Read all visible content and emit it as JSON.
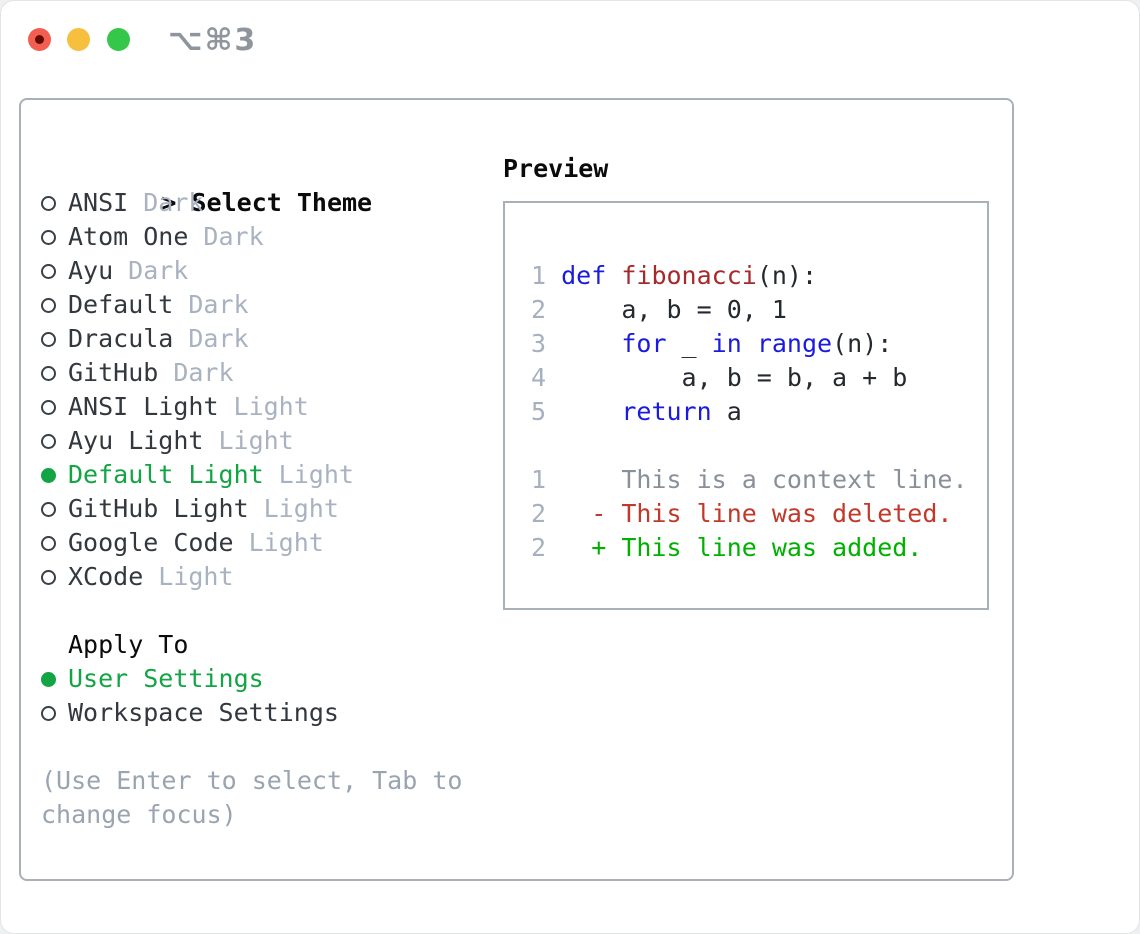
{
  "window": {
    "title_shortcut": "⌥⌘3"
  },
  "titlebar": {
    "buttons": [
      "close",
      "minimize",
      "zoom"
    ]
  },
  "theme_picker": {
    "prompt": ">",
    "title": "Select Theme",
    "items": [
      {
        "name": "ANSI",
        "variant": "Dark",
        "selected": false
      },
      {
        "name": "Atom One",
        "variant": "Dark",
        "selected": false
      },
      {
        "name": "Ayu",
        "variant": "Dark",
        "selected": false
      },
      {
        "name": "Default",
        "variant": "Dark",
        "selected": false
      },
      {
        "name": "Dracula",
        "variant": "Dark",
        "selected": false
      },
      {
        "name": "GitHub",
        "variant": "Dark",
        "selected": false
      },
      {
        "name": "ANSI Light",
        "variant": "Light",
        "selected": false
      },
      {
        "name": "Ayu Light",
        "variant": "Light",
        "selected": false
      },
      {
        "name": "Default Light",
        "variant": "Light",
        "selected": true
      },
      {
        "name": "GitHub Light",
        "variant": "Light",
        "selected": false
      },
      {
        "name": "Google Code",
        "variant": "Light",
        "selected": false
      },
      {
        "name": "XCode",
        "variant": "Light",
        "selected": false
      }
    ]
  },
  "apply_to": {
    "title": "Apply To",
    "options": [
      {
        "label": "User Settings",
        "selected": true
      },
      {
        "label": "Workspace Settings",
        "selected": false
      }
    ]
  },
  "hint": {
    "line1": "(Use Enter to select, Tab to",
    "line2": "change focus)"
  },
  "preview": {
    "title": "Preview",
    "lines": [
      {
        "n": "1",
        "seg": [
          {
            "t": "def",
            "s": "kw"
          },
          {
            "t": " ",
            "s": "tx"
          },
          {
            "t": "fibonacci",
            "s": "fn"
          },
          {
            "t": "(n):",
            "s": "tx"
          }
        ]
      },
      {
        "n": "2",
        "seg": [
          {
            "t": "    a, b = 0, 1",
            "s": "tx"
          }
        ]
      },
      {
        "n": "3",
        "seg": [
          {
            "t": "    ",
            "s": "tx"
          },
          {
            "t": "for",
            "s": "kw"
          },
          {
            "t": " _ ",
            "s": "tx"
          },
          {
            "t": "in",
            "s": "kw"
          },
          {
            "t": " ",
            "s": "tx"
          },
          {
            "t": "range",
            "s": "kw"
          },
          {
            "t": "(n):",
            "s": "tx"
          }
        ]
      },
      {
        "n": "4",
        "seg": [
          {
            "t": "        a, b = b, a + b",
            "s": "tx"
          }
        ]
      },
      {
        "n": "5",
        "seg": [
          {
            "t": "    ",
            "s": "tx"
          },
          {
            "t": "return",
            "s": "kw"
          },
          {
            "t": " a",
            "s": "tx"
          }
        ]
      },
      {
        "n": "",
        "seg": []
      },
      {
        "n": "1",
        "seg": [
          {
            "t": "    This is a context line.",
            "s": "ctx"
          }
        ]
      },
      {
        "n": "2",
        "seg": [
          {
            "t": "  - This line was deleted.",
            "s": "del"
          }
        ]
      },
      {
        "n": "2",
        "seg": [
          {
            "t": "  + This line was added.",
            "s": "add"
          }
        ]
      }
    ]
  },
  "colors": {
    "keyword_blue": "#1a1ae0",
    "function_red": "#a52a2a",
    "code_text": "#24292f",
    "line_number": "#a6b0bf",
    "context_gray": "#8a9099",
    "deleted_red": "#c0392b",
    "added_green": "#00b100",
    "selected_green": "#12a445",
    "variant_gray": "#a9b2c0",
    "name_dark": "#33383f",
    "hint_gray": "#9aa4b0",
    "border_gray": "#a9b0ba",
    "heading_black": "#0b0b0b",
    "shortcut_gray": "#8f959c",
    "tl_red": "#f35e53",
    "tl_red_dot": "#620c00",
    "tl_yellow": "#f6bf3e",
    "tl_green": "#34c749"
  }
}
